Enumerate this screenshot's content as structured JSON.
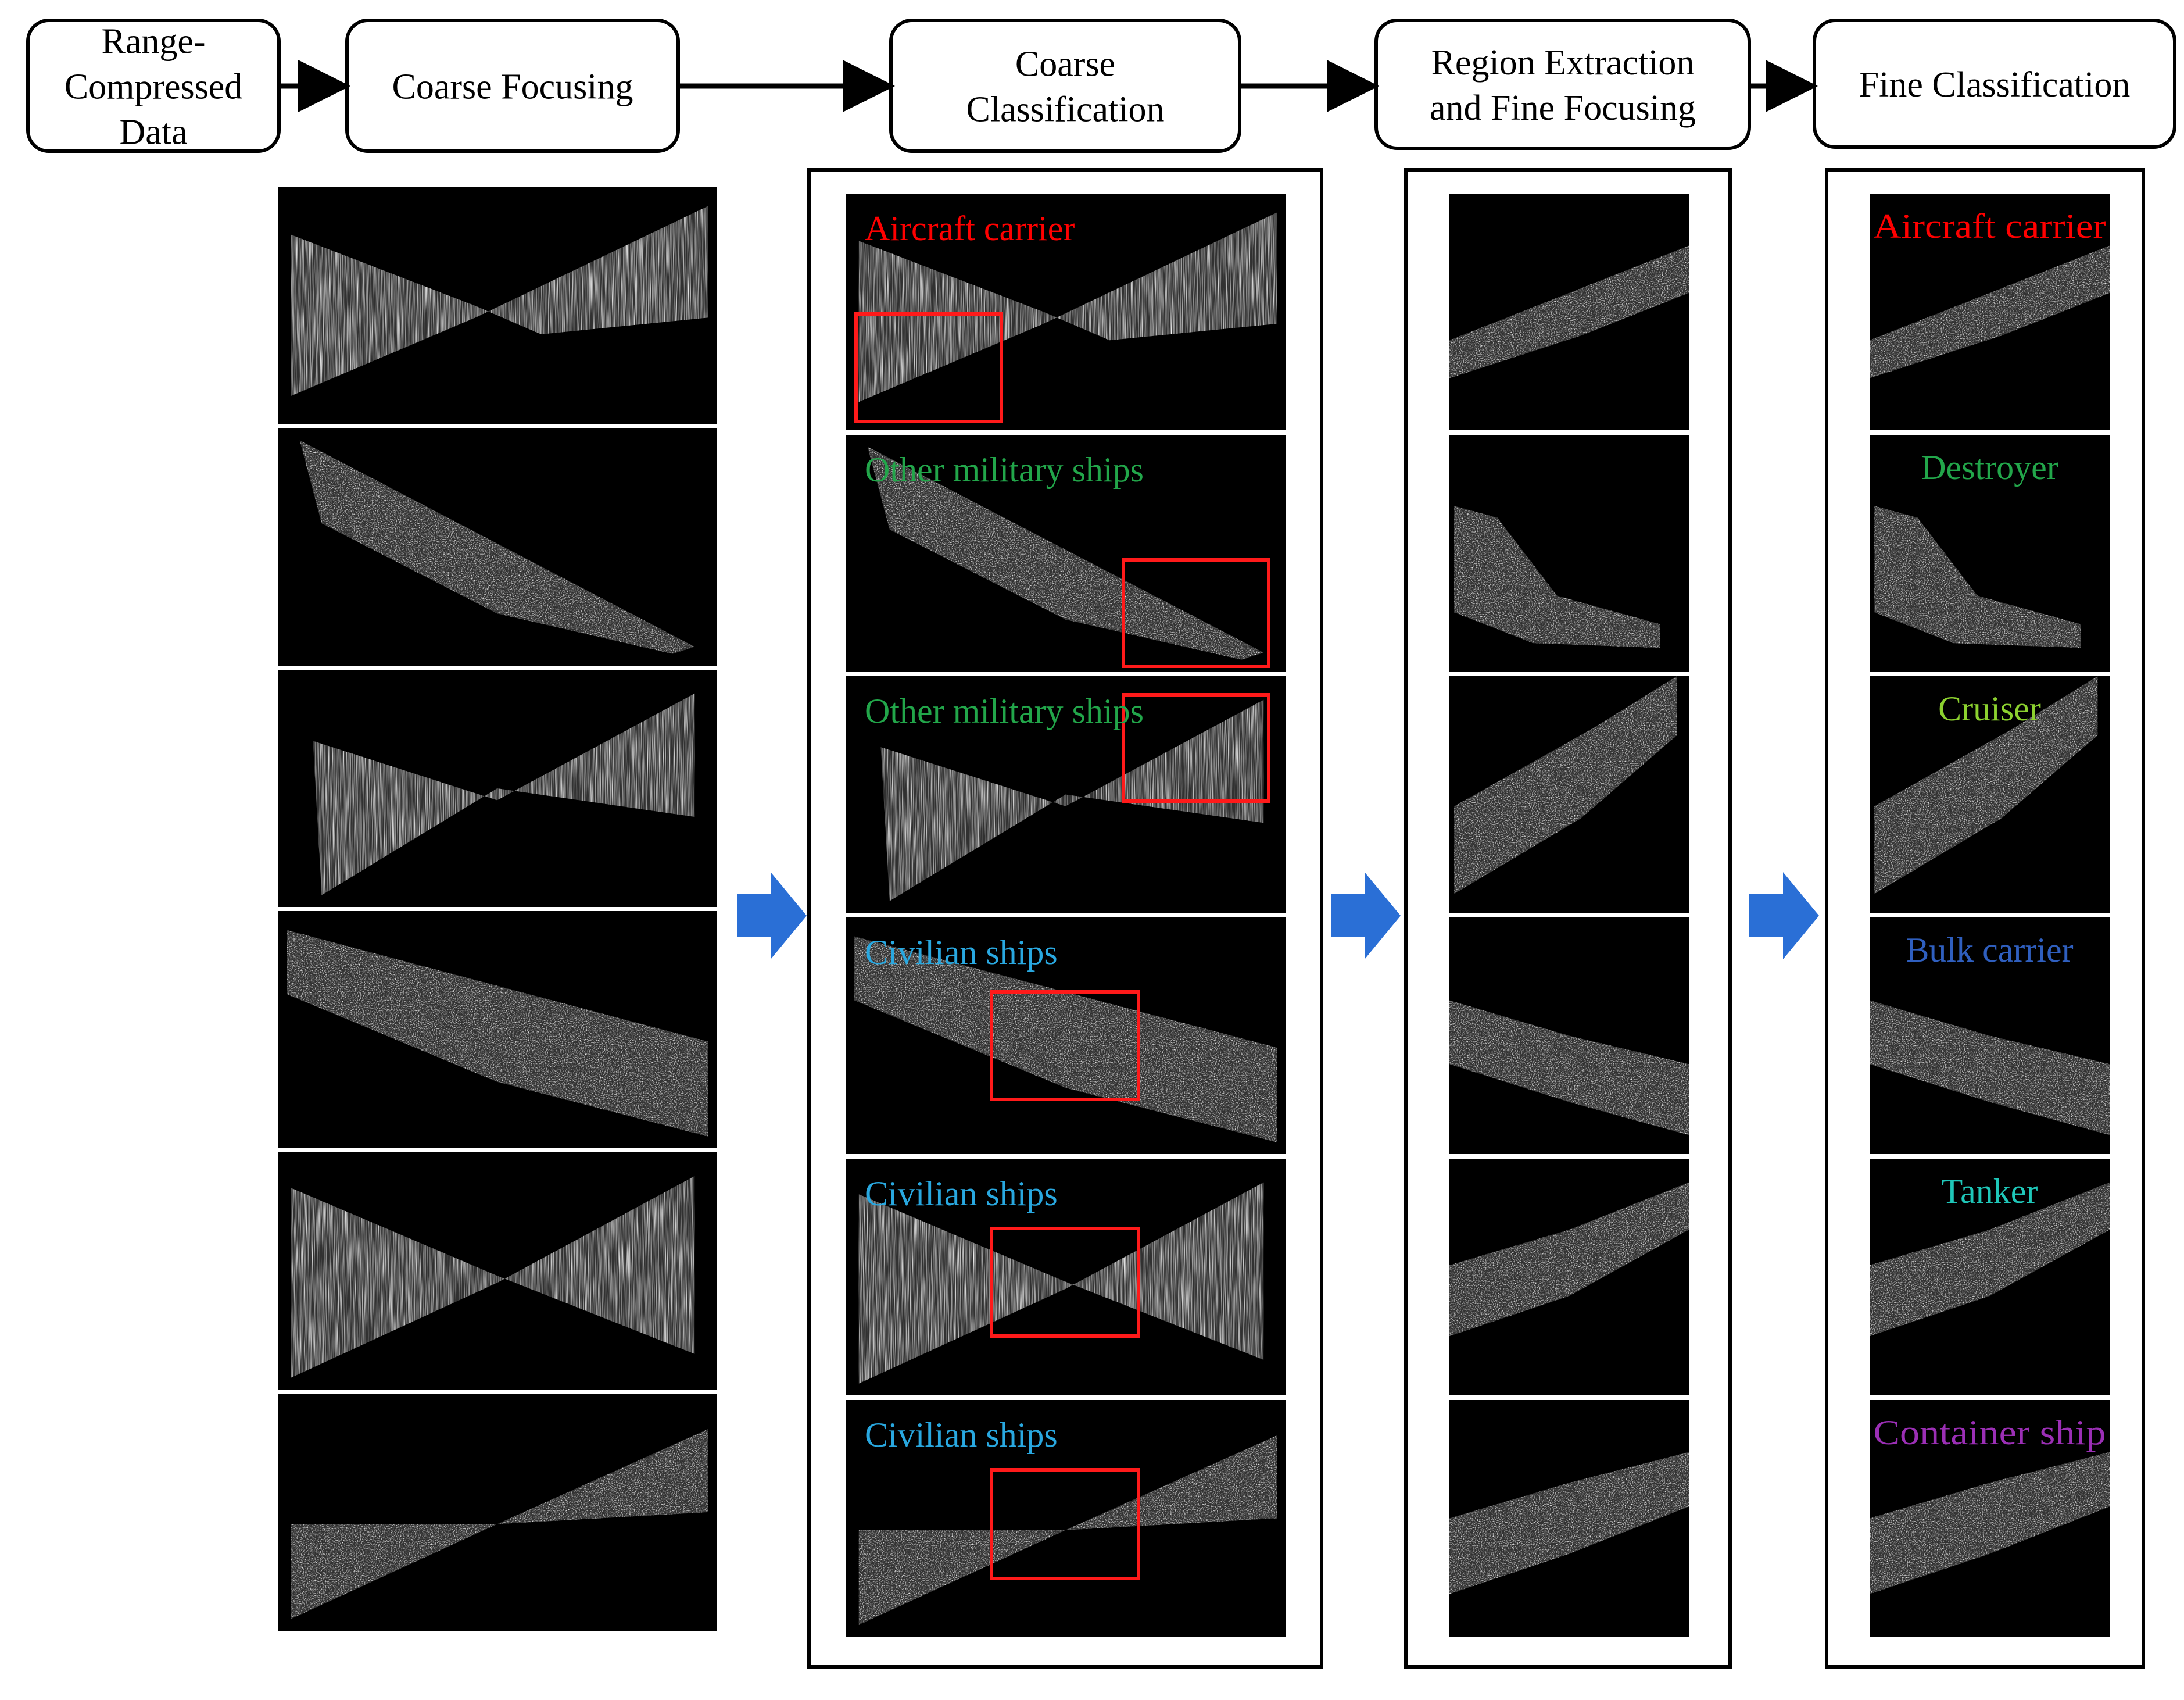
{
  "pipeline": {
    "steps": [
      {
        "id": "range",
        "lines": [
          "Range-",
          "Compressed",
          "Data"
        ]
      },
      {
        "id": "coarse-focus",
        "lines": [
          "Coarse Focusing"
        ]
      },
      {
        "id": "coarse-class",
        "lines": [
          "Coarse",
          "Classification"
        ]
      },
      {
        "id": "region",
        "lines": [
          "Region Extraction",
          "and Fine Focusing"
        ]
      },
      {
        "id": "fine-class",
        "lines": [
          "Fine Classification"
        ]
      }
    ]
  },
  "coarse_labels": [
    {
      "text": "Aircraft carrier",
      "color": "#ff0000"
    },
    {
      "text": "Other military ships",
      "color": "#22a64a"
    },
    {
      "text": "Other military ships",
      "color": "#22a64a"
    },
    {
      "text": "Civilian ships",
      "color": "#29a8e0"
    },
    {
      "text": "Civilian ships",
      "color": "#29a8e0"
    },
    {
      "text": "Civilian ships",
      "color": "#29a8e0"
    }
  ],
  "fine_labels": [
    {
      "text": "Aircraft carrier",
      "color": "#ff0000"
    },
    {
      "text": "Destroyer",
      "color": "#22a64a"
    },
    {
      "text": "Cruiser",
      "color": "#8cd12f"
    },
    {
      "text": "Bulk carrier",
      "color": "#2f5fbf"
    },
    {
      "text": "Tanker",
      "color": "#1fc7b9"
    },
    {
      "text": "Container ship",
      "color": "#9b2fb5"
    }
  ],
  "colors": {
    "arrow_blue": "#2a6fd6",
    "box_red": "#ff1a1a",
    "panel_black": "#000000"
  }
}
